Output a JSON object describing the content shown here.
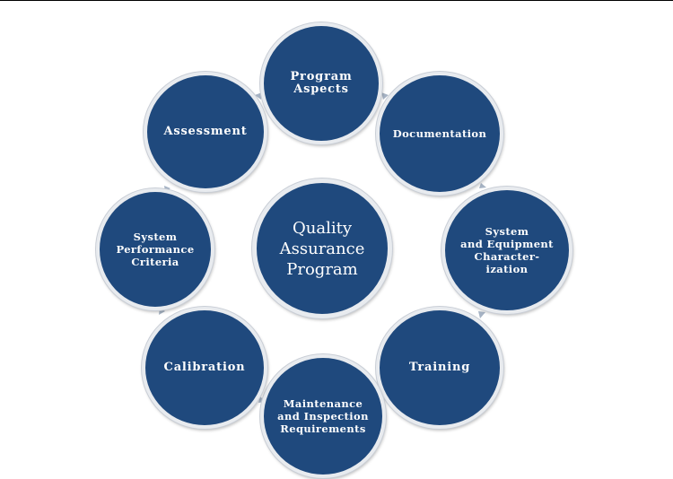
{
  "diagram": {
    "center": {
      "label": "Quality\nAssurance\nProgram"
    },
    "nodes": [
      {
        "id": "program-aspects",
        "label": "Program\nAspects"
      },
      {
        "id": "documentation",
        "label": "Documentation"
      },
      {
        "id": "system-equipment",
        "label": "System\nand Equipment\nCharacter-\nization"
      },
      {
        "id": "training",
        "label": "Training"
      },
      {
        "id": "maintenance",
        "label": "Maintenance\nand Inspection\nRequirements"
      },
      {
        "id": "calibration",
        "label": "Calibration"
      },
      {
        "id": "system-performance",
        "label": "System\nPerformance\nCriteria"
      },
      {
        "id": "assessment",
        "label": "Assessment"
      }
    ],
    "colors": {
      "node_fill": "#1f497d",
      "node_border": "#e8ebef",
      "connector": "#a6b3c4"
    }
  }
}
